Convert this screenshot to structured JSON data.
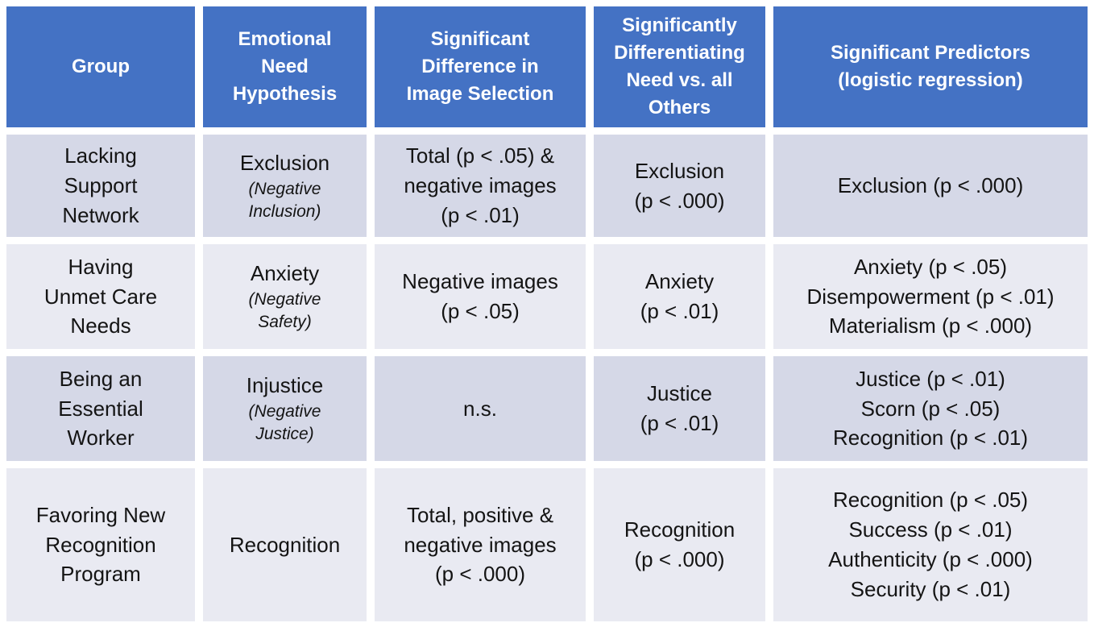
{
  "colors": {
    "header_bg": "#4472C4",
    "header_text": "#FFFFFF",
    "row_odd_bg": "#D5D8E7",
    "row_even_bg": "#E9EAF2",
    "body_text": "#141414",
    "page_bg": "#FFFFFF"
  },
  "table": {
    "headers": [
      "Group",
      "Emotional\nNeed\nHypothesis",
      "Significant\nDifference in\nImage Selection",
      "Significantly\nDifferentiating\nNeed vs. all\nOthers",
      "Significant Predictors\n(logistic regression)"
    ],
    "rows": [
      {
        "group": "Lacking\nSupport\nNetwork",
        "need": "Exclusion",
        "need_note": "(Negative\nInclusion)",
        "image_selection": "Total (p < .05) &\nnegative images\n(p < .01)",
        "differentiating": "Exclusion\n(p < .000)",
        "predictors": [
          "Exclusion (p < .000)"
        ]
      },
      {
        "group": "Having\nUnmet Care\nNeeds",
        "need": "Anxiety",
        "need_note": "(Negative\nSafety)",
        "image_selection": "Negative images\n(p < .05)",
        "differentiating": "Anxiety\n(p < .01)",
        "predictors": [
          "Anxiety (p < .05)",
          "Disempowerment (p < .01)",
          "Materialism (p < .000)"
        ]
      },
      {
        "group": "Being an\nEssential\nWorker",
        "need": "Injustice",
        "need_note": "(Negative\nJustice)",
        "image_selection": "n.s.",
        "differentiating": "Justice\n(p < .01)",
        "predictors": [
          "Justice (p < .01)",
          "Scorn (p < .05)",
          "Recognition (p < .01)"
        ]
      },
      {
        "group": "Favoring New\nRecognition\nProgram",
        "need": "Recognition",
        "need_note": "",
        "image_selection": "Total, positive &\nnegative images\n(p < .000)",
        "differentiating": "Recognition\n(p < .000)",
        "predictors": [
          "Recognition (p < .05)",
          "Success (p < .01)",
          "Authenticity (p < .000)",
          "Security (p < .01)"
        ]
      }
    ]
  }
}
